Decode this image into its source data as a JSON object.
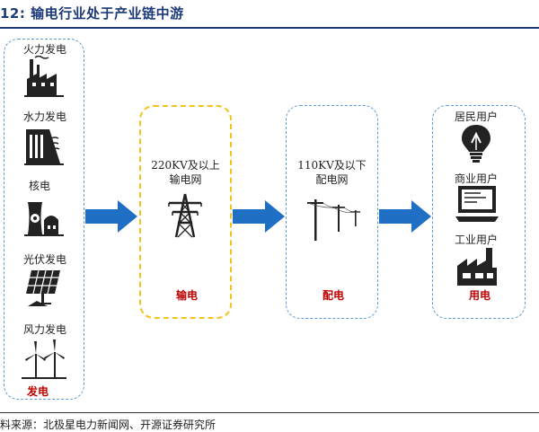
{
  "title": "12:  输电行业处于产业链中游",
  "generation": {
    "items": [
      "火力发电",
      "水力发电",
      "核电",
      "光伏发电",
      "风力发电"
    ],
    "stage_label": "发电"
  },
  "transmission": {
    "line1": "220KV及以上",
    "line2": "输电网",
    "stage_label": "输电"
  },
  "distribution": {
    "line1": "110KV及以下",
    "line2": "配电网",
    "stage_label": "配电"
  },
  "consumption": {
    "items": [
      "居民用户",
      "商业用户",
      "工业用户"
    ],
    "stage_label": "用电"
  },
  "source": "料来源：北极星电力新闻网、开源证券研究所",
  "colors": {
    "title": "#1d3a78",
    "arrow": "#1f6fc5",
    "stage_label": "#c00000",
    "gen_border": "#5b9bd5",
    "trans_border": "#f2c31c"
  }
}
